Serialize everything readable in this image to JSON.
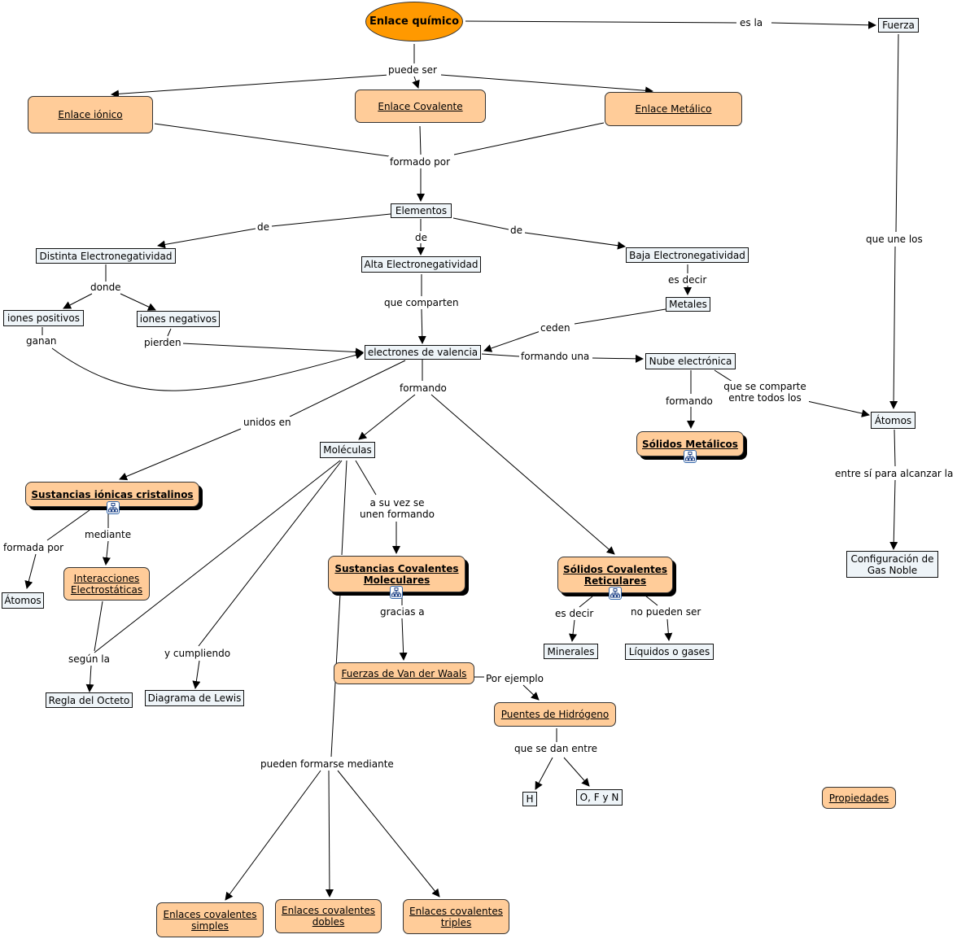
{
  "root": "Enlace químico",
  "concepts": {
    "fuerza": "Fuerza",
    "ionico": "Enlace iónico",
    "covalente": "Enlace Covalente",
    "metalico": "Enlace Metálico",
    "elementos": "Elementos",
    "distinta": "Distinta Electronegatividad",
    "alta": "Alta Electronegatividad",
    "baja": "Baja Electronegatividad",
    "metales": "Metales",
    "iones_pos": "iones positivos",
    "iones_neg": "iones negativos",
    "electrones": "electrones de valencia",
    "nube": "Nube electrónica",
    "solidos_metalicos": "Sólidos Metálicos",
    "atomos_right": "Átomos",
    "moleculas": "Moléculas",
    "sust_ionicas": "Sustancias iónicas cristalinos",
    "atomos_left": "Átomos",
    "interacciones": "Interacciones Electrostáticas",
    "regla_octeto": "Regla del Octeto",
    "diagrama_lewis": "Diagrama de Lewis",
    "sust_covalentes": "Sustancias Covalentes Moleculares",
    "solidos_covalentes": "Sólidos Covalentes Reticulares",
    "configuracion": "Configuración de Gas Noble",
    "minerales": "Minerales",
    "liquidos": "Líquidos o gases",
    "van_der_waals": "Fuerzas de Van der Waals",
    "puentes": "Puentes de Hidrógeno",
    "h": "H",
    "ofn": "O, F y N",
    "propiedades": "Propiedades",
    "simples": "Enlaces covalentes simples",
    "dobles": "Enlaces covalentes dobles",
    "triples": "Enlaces covalentes triples"
  },
  "links": {
    "es_la": "es la",
    "puede_ser": "puede ser",
    "formado_por": "formado por",
    "de_left": "de",
    "de_mid": "de",
    "de_right": "de",
    "donde": "donde",
    "que_comparten": "que comparten",
    "es_decir_top": "es decir",
    "ganan": "ganan",
    "pierden": "pierden",
    "ceden": "ceden",
    "formando_una": "formando una",
    "que_une_los": "que une los",
    "formando_right": "formando",
    "que_se_comparte": "que se comparte entre todos los",
    "unidos_en": "unidos en",
    "formando_mid": "formando",
    "entre_si": "entre sí para alcanzar la",
    "a_su_vez": "a su vez se unen formando",
    "mediante": "mediante",
    "formada_por": "formada por",
    "gracias_a": "gracias a",
    "es_decir_bottom": "es decir",
    "no_pueden_ser": "no pueden ser",
    "segun_la": "según la",
    "y_cumpliendo": "y cumpliendo",
    "por_ejemplo": "Por ejemplo",
    "que_se_dan_entre": "que se dan entre",
    "pueden_formarse": "pueden formarse mediante"
  },
  "colors": {
    "root_fill": "#ff9900",
    "resource_fill": "#ffcc99",
    "concept_fill": "#eef4f8"
  },
  "icons": [
    "concept-map-icon"
  ]
}
